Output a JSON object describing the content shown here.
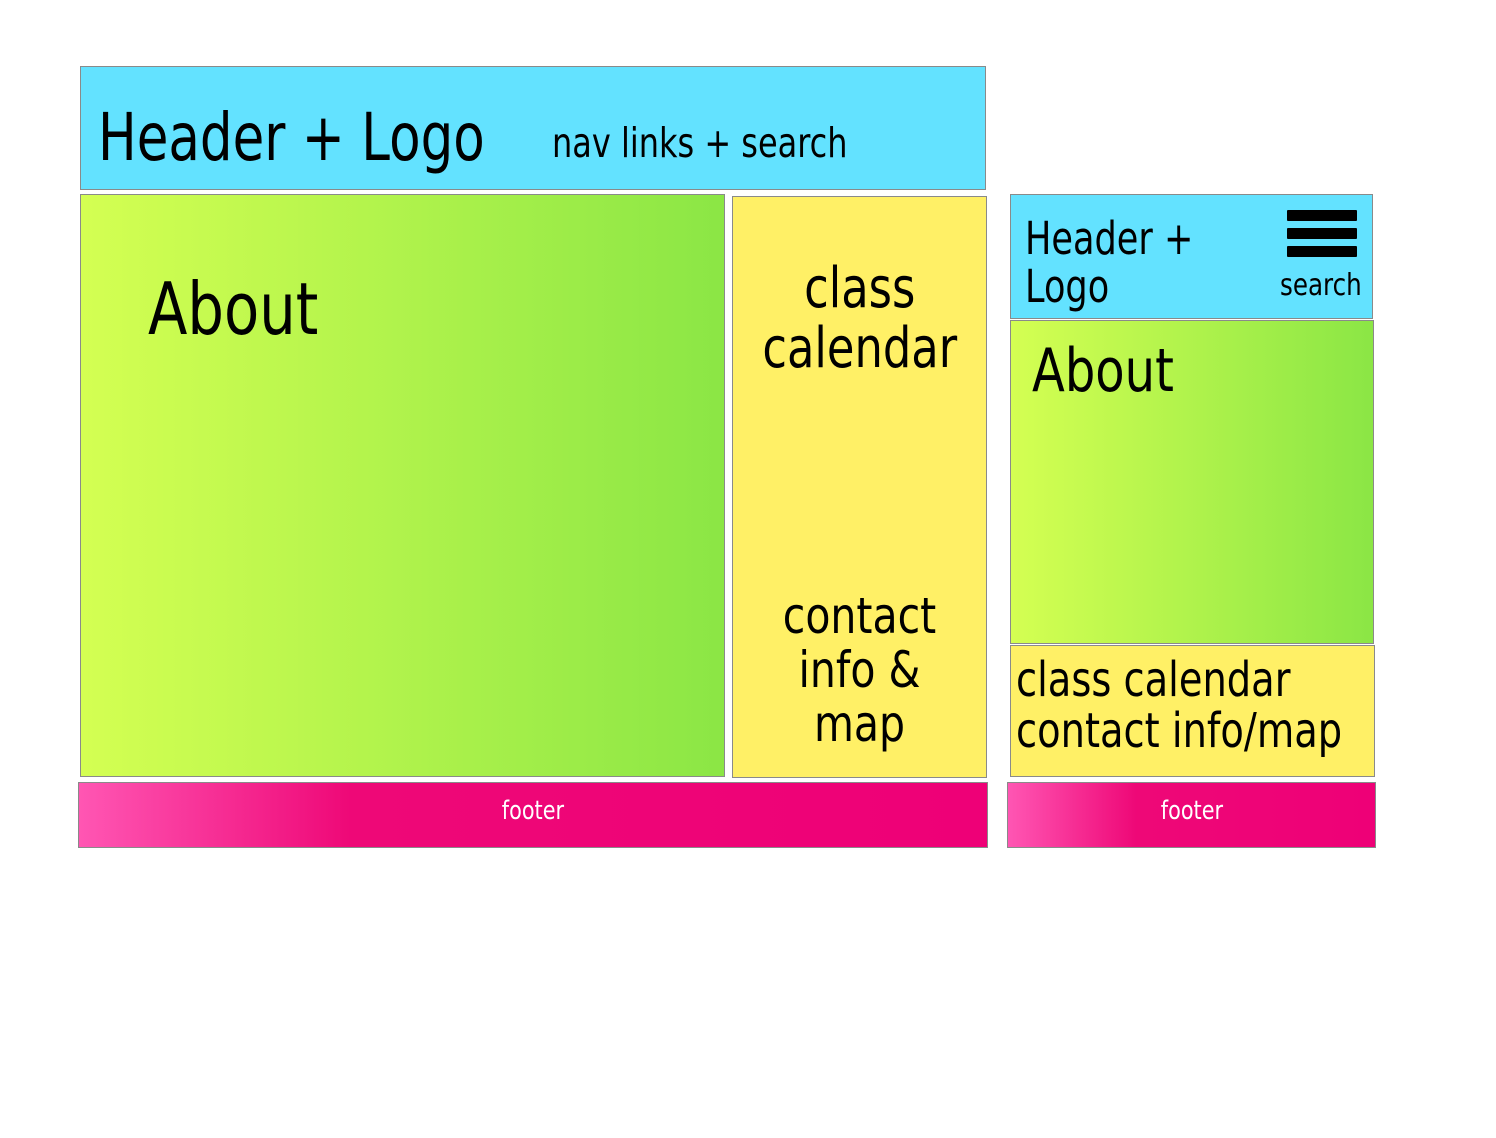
{
  "colors": {
    "header": "#63e2ff",
    "about_start": "#d4ff52",
    "about_end": "#8be645",
    "sidebar": "#fff066",
    "footer_start": "#ff56b3",
    "footer_end": "#ee0077",
    "footer_text": "#ffffff"
  },
  "desktop": {
    "header": {
      "title": "Header + Logo",
      "nav": "nav links + search"
    },
    "about": {
      "title": "About"
    },
    "sidebar": {
      "calendar_line1": "class",
      "calendar_line2": "calendar",
      "contact_line1": "contact",
      "contact_line2": "info & map"
    },
    "footer": {
      "label": "footer"
    }
  },
  "mobile": {
    "header": {
      "title_line1": "Header +",
      "title_line2": "Logo",
      "menu_icon": "hamburger-menu-icon",
      "search_label": "search"
    },
    "about": {
      "title": "About"
    },
    "sidebar": {
      "calendar": "class calendar",
      "contact": "contact info/map"
    },
    "footer": {
      "label": "footer"
    }
  }
}
